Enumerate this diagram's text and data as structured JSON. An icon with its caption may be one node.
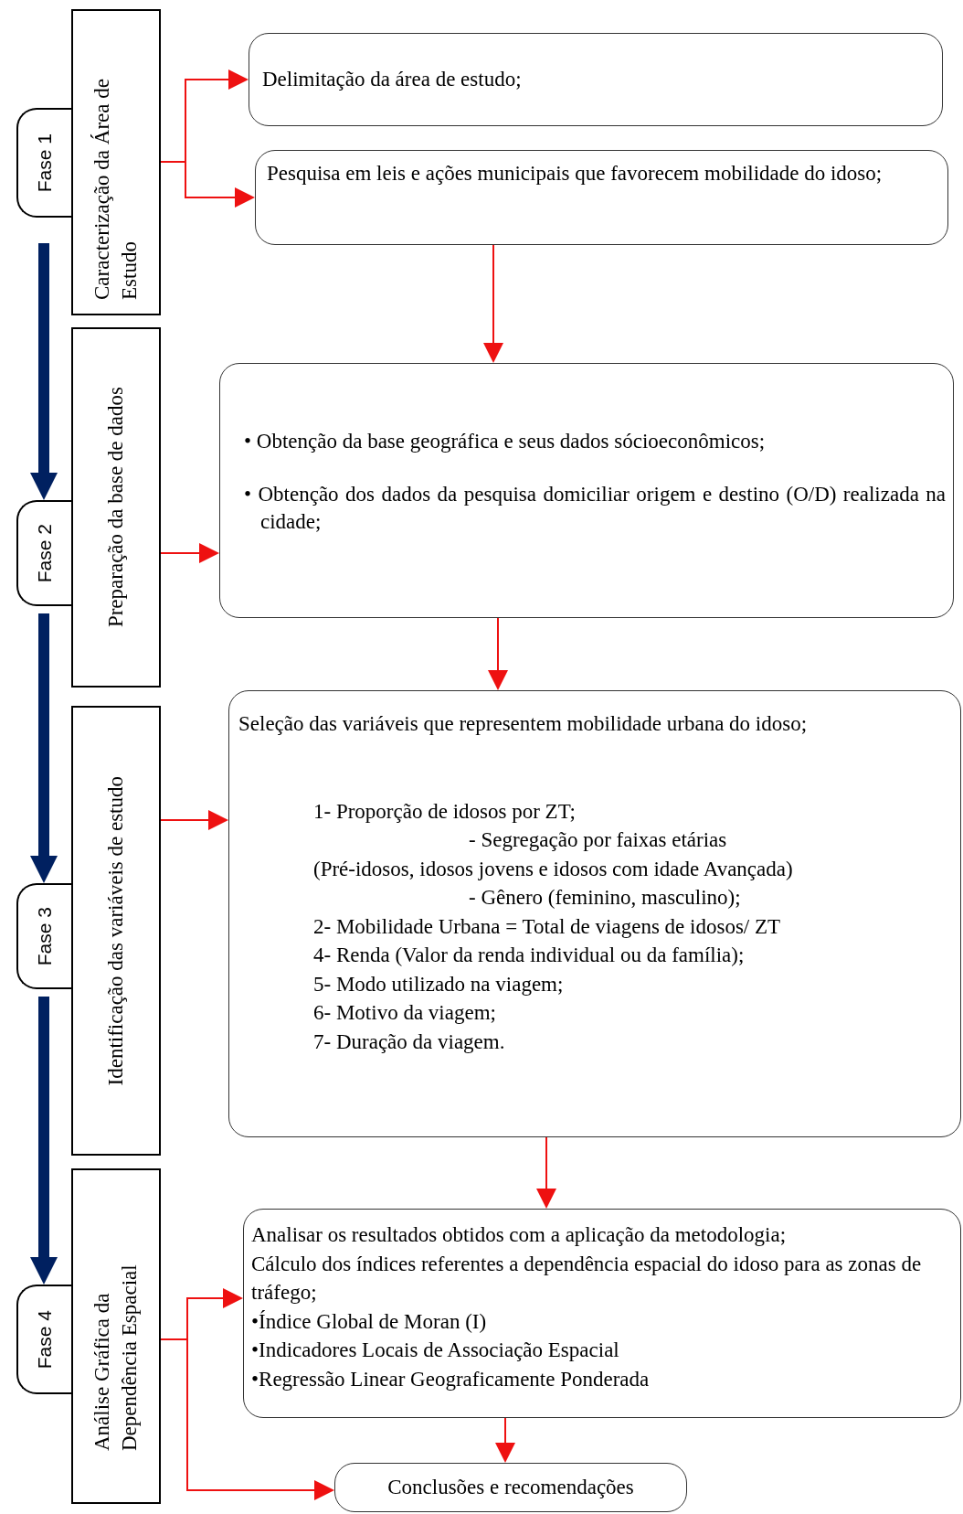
{
  "diagram": {
    "nodes": [
      {
        "text": [
          "Fase 1"
        ]
      },
      {
        "text": [
          "Caracterização da Área de Estudo"
        ]
      },
      {
        "text": [
          "Fase 2"
        ]
      },
      {
        "text": [
          "Preparação da base de dados"
        ]
      },
      {
        "text": [
          "Fase 3"
        ]
      },
      {
        "text": [
          "Identificação das variáveis de estudo"
        ]
      },
      {
        "text": [
          "Fase 4"
        ]
      },
      {
        "text": [
          "Análise Gráfica da Dependência Espacial"
        ]
      },
      {
        "text": [
          "Delimitação da área de estudo;"
        ]
      },
      {
        "text": [
          "Pesquisa em leis e ações municipais que favorecem mobilidade do idoso;"
        ]
      },
      {
        "text": [
          "• Obtenção da base geográfica e seus dados sócioeconômicos;",
          "• Obtenção dos dados da pesquisa domiciliar origem e destino (O/D) realizada na cidade;"
        ]
      },
      {
        "text": [
          "Seleção das variáveis que representem mobilidade urbana do idoso;",
          "1- Proporção de idosos por ZT;",
          "- Segregação por faixas etárias",
          "(Pré-idosos, idosos jovens e idosos com idade Avançada)",
          "- Gênero (feminino, masculino);",
          "2- Mobilidade Urbana = Total de viagens de idosos/ ZT",
          "4- Renda (Valor da renda individual ou da família);",
          "5- Modo utilizado na viagem;",
          "6- Motivo da viagem;",
          "7- Duração da viagem."
        ]
      },
      {
        "text": [
          "Analisar os resultados obtidos com a aplicação da metodologia;",
          "Cálculo dos índices referentes a dependência espacial do idoso para as zonas de tráfego;",
          "•Índice Global de Moran (I)",
          "•Indicadores Locais de Associação Espacial",
          "•Regressão Linear Geograficamente Ponderada"
        ]
      },
      {
        "text": [
          "Conclusões e recomendações"
        ]
      }
    ],
    "edges": [
      {
        "from": 1,
        "to": 8,
        "arrow": "to"
      },
      {
        "from": 1,
        "to": 9,
        "arrow": "to"
      },
      {
        "from": 9,
        "to": 10,
        "arrow": "to"
      },
      {
        "from": 3,
        "to": 10,
        "arrow": "to"
      },
      {
        "from": 10,
        "to": 11,
        "arrow": "to"
      },
      {
        "from": 5,
        "to": 11,
        "arrow": "to"
      },
      {
        "from": 11,
        "to": 12,
        "arrow": "to"
      },
      {
        "from": 7,
        "to": 12,
        "arrow": "to"
      },
      {
        "from": 12,
        "to": 13,
        "arrow": "to"
      },
      {
        "from": 7,
        "to": 13,
        "arrow": "to"
      },
      {
        "from": 0,
        "to": 2,
        "arrow": "to",
        "style": "thick",
        "color": "#002060"
      },
      {
        "from": 2,
        "to": 4,
        "arrow": "to",
        "style": "thick",
        "color": "#002060"
      },
      {
        "from": 4,
        "to": 6,
        "arrow": "to",
        "style": "thick",
        "color": "#002060"
      }
    ]
  }
}
